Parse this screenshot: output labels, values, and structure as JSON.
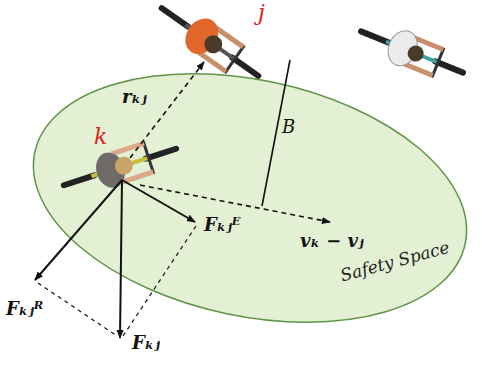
{
  "diagram": {
    "nodes": [
      {
        "text": [
          "Safety Space"
        ]
      }
    ],
    "labels": [
      "j",
      "k",
      "rₖⱼ",
      "B",
      "vₖ − vⱼ",
      "Fₖⱼᴱ",
      "Fₖⱼᴿ",
      "Fₖⱼ"
    ]
  }
}
